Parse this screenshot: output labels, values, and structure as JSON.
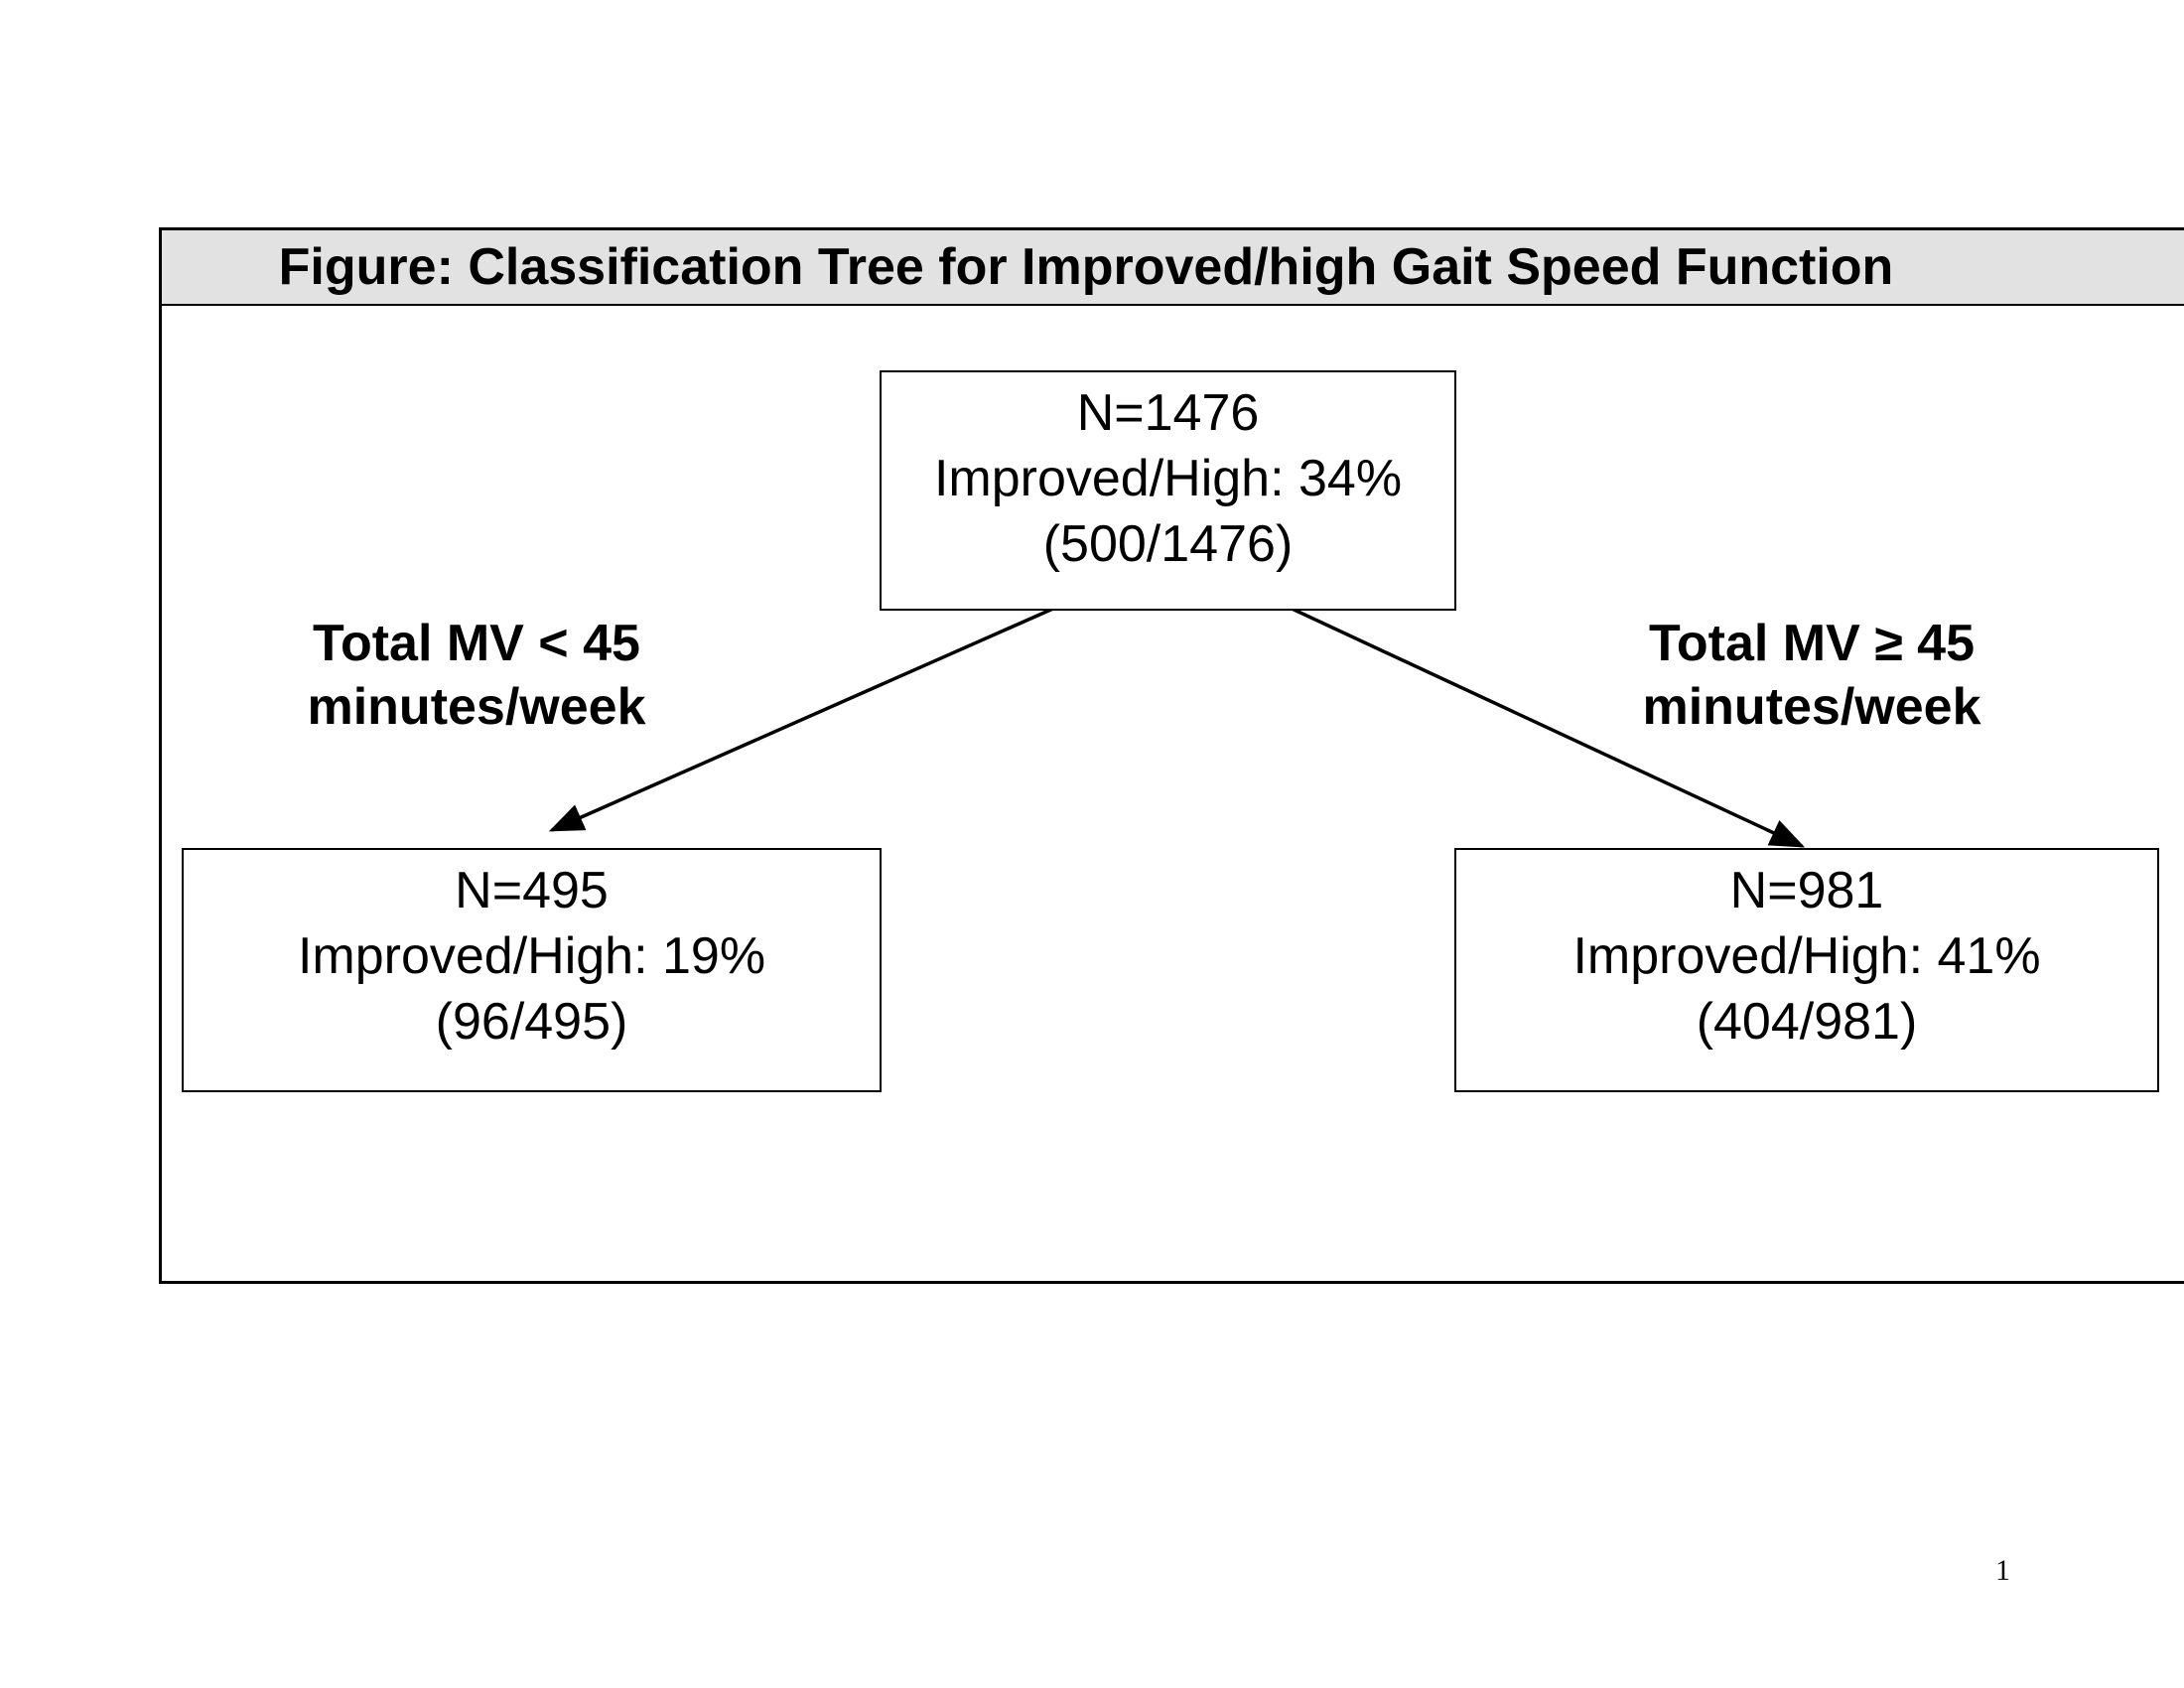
{
  "figure": {
    "title": "Figure: Classification Tree for Improved/high Gait Speed Function"
  },
  "tree": {
    "root": {
      "n_label": "N=1476",
      "rate_label": "Improved/High: 34%",
      "fraction_label": "(500/1476)",
      "n": 1476,
      "improved_high_count": 500,
      "improved_high_percent": 34
    },
    "left": {
      "split_line1": "Total MV < 45",
      "split_line2": "minutes/week",
      "n_label": "N=495",
      "rate_label": "Improved/High: 19%",
      "fraction_label": "(96/495)",
      "n": 495,
      "improved_high_count": 96,
      "improved_high_percent": 19
    },
    "right": {
      "split_line1": "Total MV ≥ 45",
      "split_line2": "minutes/week",
      "n_label": "N=981",
      "rate_label": "Improved/High: 41%",
      "fraction_label": "(404/981)",
      "n": 981,
      "improved_high_count": 404,
      "improved_high_percent": 41
    }
  },
  "page": {
    "number": "1"
  }
}
